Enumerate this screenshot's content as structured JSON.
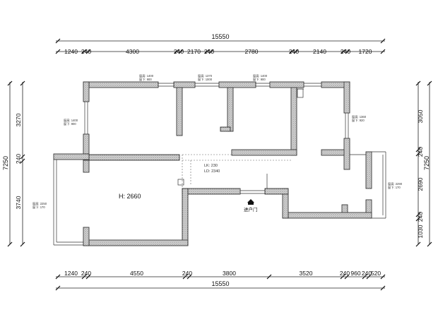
{
  "dimensions": {
    "top_total": "15550",
    "top_segments": [
      "1240",
      "240",
      "4300",
      "240",
      "2170",
      "240",
      "2780",
      "240",
      "2140",
      "240",
      "1720"
    ],
    "bottom_total": "15550",
    "bottom_segments": [
      "1240",
      "240",
      "4550",
      "240",
      "3800",
      "3520",
      "240",
      "960",
      "240",
      "520"
    ],
    "left_total": "7250",
    "left_segments": [
      "3270",
      "240",
      "3740"
    ],
    "right_total": "7250",
    "right_segments": [
      "3050",
      "240",
      "2690",
      "240",
      "1030"
    ]
  },
  "windows": {
    "top_left": {
      "line1": "窗高: 1400",
      "line2": "窗下: 900"
    },
    "top_mid": {
      "line1": "窗高: 1370",
      "line2": "窗下: 1000"
    },
    "top_right": {
      "line1": "窗高: 1400",
      "line2": "窗下: 900"
    },
    "left_bedroom": {
      "line1": "窗高: 1400",
      "line2": "窗下: 900"
    },
    "living": {
      "line1": "窗高: 2250",
      "line2": "窗下: 170"
    },
    "right_upper": {
      "line1": "窗高: 1360",
      "line2": "窗下: 920"
    },
    "balcony": {
      "line1": "窗高: 2290",
      "line2": "窗下: 170"
    }
  },
  "labels": {
    "ceiling_height": "H: 2660",
    "lk": "LK: 230",
    "ld": "LD: 2340",
    "entrance": "进户门"
  },
  "colors": {
    "wall_fill": "#c8c8c8",
    "line": "#333333"
  }
}
